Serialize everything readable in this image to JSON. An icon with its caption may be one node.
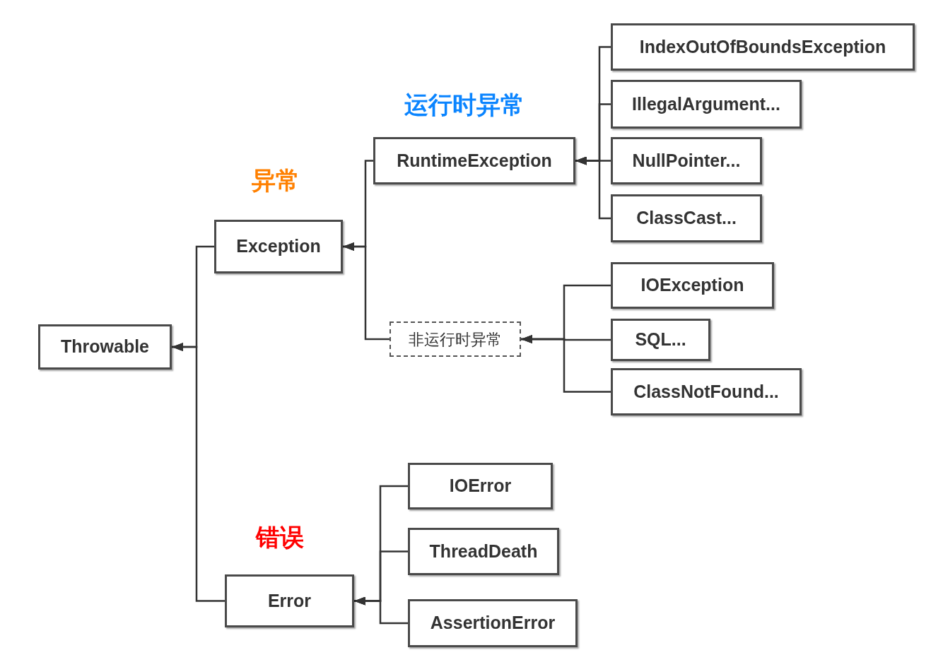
{
  "diagram": {
    "nodes": [
      {
        "text": [
          "Throwable"
        ]
      },
      {
        "text": [
          "Exception"
        ],
        "beside": [
          "异常"
        ]
      },
      {
        "text": [
          "RuntimeException"
        ],
        "beside": [
          "运行时异常"
        ]
      },
      {
        "text": [
          "非运行时异常"
        ]
      },
      {
        "text": [
          "IndexOutOfBoundsException"
        ]
      },
      {
        "text": [
          "IllegalArgument..."
        ]
      },
      {
        "text": [
          "NullPointer..."
        ]
      },
      {
        "text": [
          "ClassCast..."
        ]
      },
      {
        "text": [
          "IOException"
        ]
      },
      {
        "text": [
          "SQL..."
        ]
      },
      {
        "text": [
          "ClassNotFound..."
        ]
      },
      {
        "text": [
          "Error"
        ],
        "beside": [
          "错误"
        ]
      },
      {
        "text": [
          "IOError"
        ]
      },
      {
        "text": [
          "ThreadDeath"
        ]
      },
      {
        "text": [
          "AssertionError"
        ]
      }
    ],
    "edges": [
      {
        "from": 1,
        "to": 0,
        "arrow": "to"
      },
      {
        "from": 11,
        "to": 0,
        "arrow": "to"
      },
      {
        "from": 2,
        "to": 1,
        "arrow": "to"
      },
      {
        "from": 3,
        "to": 1,
        "arrow": "to"
      },
      {
        "from": 4,
        "to": 2,
        "arrow": "to"
      },
      {
        "from": 5,
        "to": 2,
        "arrow": "to"
      },
      {
        "from": 6,
        "to": 2,
        "arrow": "to"
      },
      {
        "from": 7,
        "to": 2,
        "arrow": "to"
      },
      {
        "from": 8,
        "to": 3,
        "arrow": "to"
      },
      {
        "from": 9,
        "to": 3,
        "arrow": "to"
      },
      {
        "from": 10,
        "to": 3,
        "arrow": "to"
      },
      {
        "from": 12,
        "to": 11,
        "arrow": "to"
      },
      {
        "from": 13,
        "to": 11,
        "arrow": "to"
      },
      {
        "from": 14,
        "to": 11,
        "arrow": "to"
      }
    ]
  }
}
